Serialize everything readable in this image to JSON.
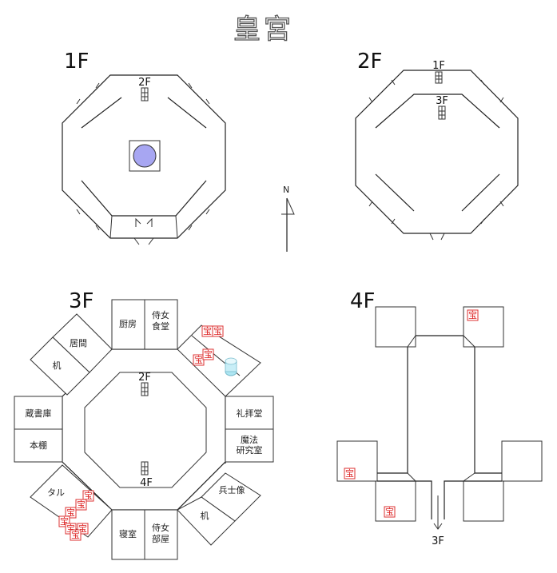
{
  "title": "皇宮",
  "compass": {
    "label": "N"
  },
  "floors": [
    {
      "id": "f1",
      "label": "1F",
      "stairs": [
        "2F"
      ]
    },
    {
      "id": "f2",
      "label": "2F",
      "stairs": [
        "1F",
        "3F"
      ]
    },
    {
      "id": "f3",
      "label": "3F",
      "stairs": [
        "2F",
        "4F"
      ],
      "rooms": [
        {
          "key": "kitchen",
          "label": "厨房"
        },
        {
          "key": "maid-dining",
          "label": "侍女\n食堂"
        },
        {
          "key": "living",
          "label": "居間"
        },
        {
          "key": "desk-nw",
          "label": "机"
        },
        {
          "key": "library",
          "label": "蔵書庫"
        },
        {
          "key": "bookshelf",
          "label": "本棚"
        },
        {
          "key": "chapel",
          "label": "礼拝堂"
        },
        {
          "key": "magic-lab",
          "label": "魔法\n研究室"
        },
        {
          "key": "soldier-statue",
          "label": "兵士像"
        },
        {
          "key": "desk-se",
          "label": "机"
        },
        {
          "key": "barrel",
          "label": "タル"
        },
        {
          "key": "bedroom",
          "label": "寝室"
        },
        {
          "key": "maid-room",
          "label": "侍女\n部屋"
        }
      ]
    },
    {
      "id": "f4",
      "label": "4F",
      "stairs": [
        "3F"
      ]
    }
  ],
  "treasure_label": "宝"
}
